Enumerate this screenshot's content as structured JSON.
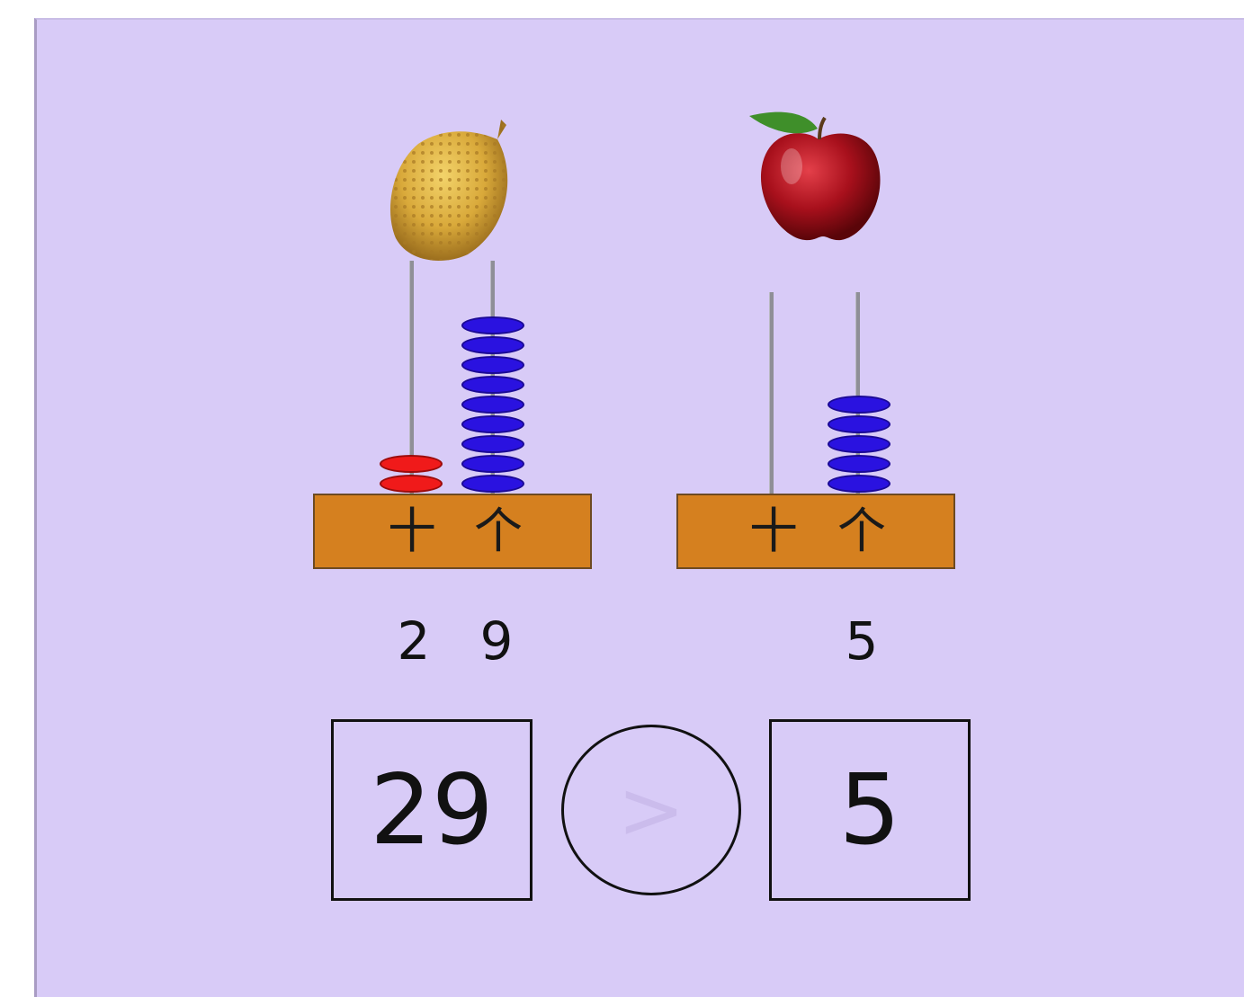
{
  "left_abacus": {
    "fruit": "durian",
    "labels": {
      "tens": "十",
      "ones": "个"
    },
    "tens_beads": 2,
    "ones_beads": 9,
    "digits": {
      "tens": "2",
      "ones": "9"
    },
    "bead_colors": {
      "tens": "#f01a1a",
      "ones": "#2a12e0"
    }
  },
  "right_abacus": {
    "fruit": "apple",
    "labels": {
      "tens": "十",
      "ones": "个"
    },
    "tens_beads": 0,
    "ones_beads": 5,
    "digits": {
      "tens": "",
      "ones": "5"
    },
    "bead_colors": {
      "tens": "#f01a1a",
      "ones": "#2a12e0"
    }
  },
  "comparison": {
    "left_value": "29",
    "operator": ">",
    "right_value": "5"
  },
  "colors": {
    "background": "#d8cbf7",
    "abacus_base": "#d5801f"
  }
}
